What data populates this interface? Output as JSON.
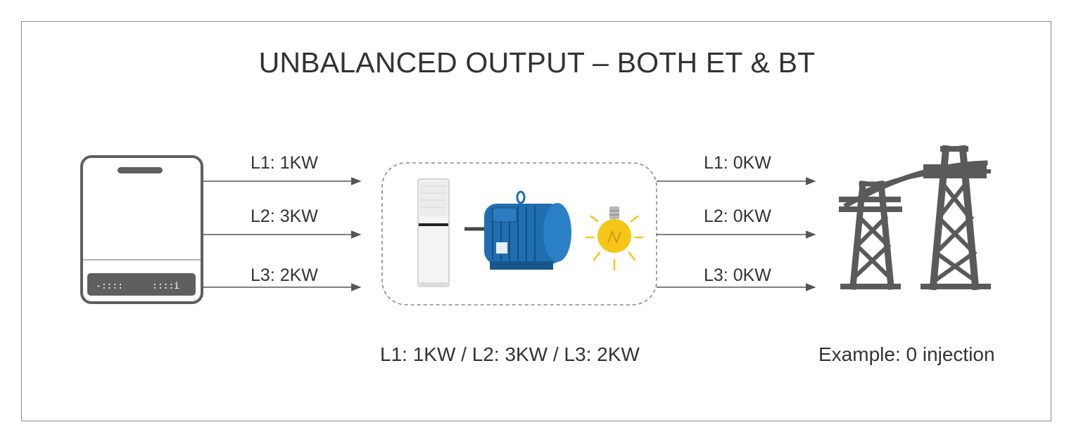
{
  "title": "UNBALANCED OUTPUT – BOTH ET & BT",
  "inverter_to_load": [
    {
      "label": "L1: 1KW"
    },
    {
      "label": "L2: 3KW"
    },
    {
      "label": "L3: 2KW"
    }
  ],
  "load_to_grid": [
    {
      "label": "L1: 0KW"
    },
    {
      "label": "L2: 0KW"
    },
    {
      "label": "L3: 0KW"
    }
  ],
  "load_caption": "L1: 1KW / L2: 3KW / L3: 2KW",
  "grid_caption": "Example: 0 injection",
  "icons": [
    "inverter-icon",
    "air-conditioner-icon",
    "electric-motor-icon",
    "light-bulb-icon",
    "power-pylon-icon"
  ],
  "colors": {
    "text": "#333333",
    "line": "#555555",
    "frame": "#8c8c8c",
    "motor": "#1f6fb0",
    "bulb": "#f5c518",
    "pylon": "#5a5a5a"
  }
}
